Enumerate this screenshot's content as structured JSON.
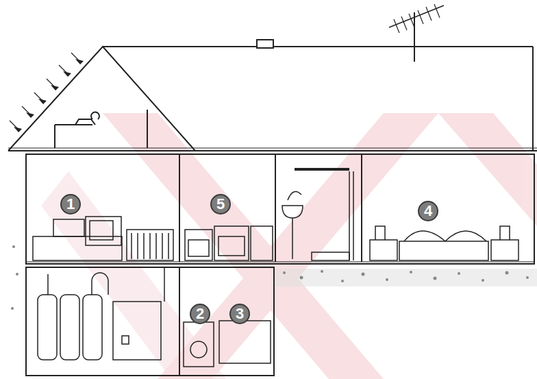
{
  "diagram": {
    "labels": [
      "1",
      "5",
      "4",
      "2",
      "3"
    ]
  }
}
